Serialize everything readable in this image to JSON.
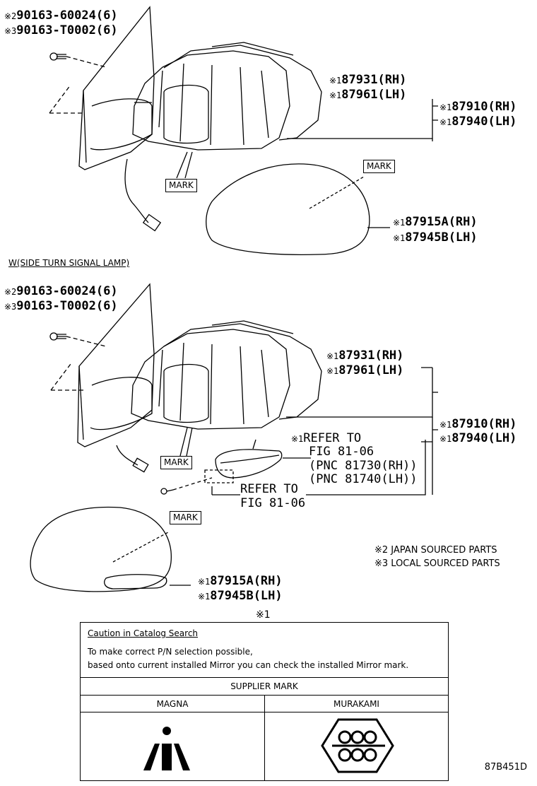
{
  "top_group": {
    "bolt_pn_japan": "90163-60024(6)",
    "bolt_pn_local": "90163-T0002(6)",
    "cover_rh": "87931(RH)",
    "cover_lh": "87961(LH)",
    "assy_rh": "87910(RH)",
    "assy_lh": "87940(LH)",
    "glass_rh": "87915A(RH)",
    "glass_lh": "87945B(LH)",
    "mark_label_1": "MARK",
    "mark_label_2": "MARK"
  },
  "section_title": "W(SIDE TURN SIGNAL LAMP)",
  "bottom_group": {
    "bolt_pn_japan": "90163-60024(6)",
    "bolt_pn_local": "90163-T0002(6)",
    "cover_rh": "87931(RH)",
    "cover_lh": "87961(LH)",
    "assy_rh": "87910(RH)",
    "assy_lh": "87940(LH)",
    "refer_1_line1": "REFER TO",
    "refer_1_line2": "FIG 81-06",
    "refer_1_line3": "(PNC 81730(RH))",
    "refer_1_line4": "(PNC 81740(LH))",
    "refer_2_line1": "REFER TO",
    "refer_2_line2": "FIG 81-06",
    "glass_rh": "87915A(RH)",
    "glass_lh": "87945B(LH)",
    "mark_label_1": "MARK",
    "mark_label_2": "MARK"
  },
  "markers": {
    "m1": "※1",
    "m2": "※2",
    "m3": "※3"
  },
  "notes": {
    "japan": "※2 JAPAN SOURCED PARTS",
    "local": "※3 LOCAL SOURCED PARTS"
  },
  "table": {
    "marker": "※1",
    "caption": "Caution in Catalog Search",
    "line1": "To make correct P/N selection possible,",
    "line2": "based onto current installed Mirror you can check the installed Mirror mark.",
    "supplier_mark": "SUPPLIER MARK",
    "col1": "MAGNA",
    "col2": "MURAKAMI"
  },
  "drawing_code": "87B451D"
}
